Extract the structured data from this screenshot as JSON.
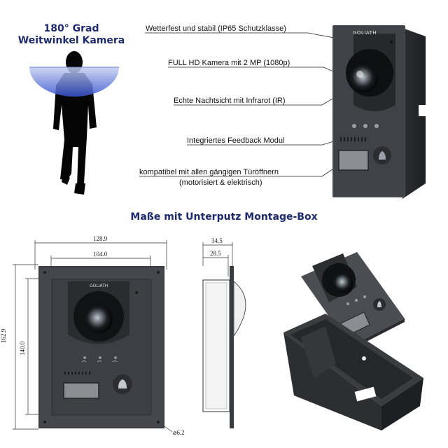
{
  "header": {
    "camera_title_line1": "180° Grad",
    "camera_title_line2": "Weitwinkel Kamera"
  },
  "features": [
    "Wetterfest und stabil (IP65 Schutzklasse)",
    "FULL HD Kamera mit 2 MP (1080p)",
    "Echte Nachtsicht mit Infrarot (IR)",
    "Integriertes Feedback Modul",
    "kompatibel mit allen gängigen Türöffnern",
    "(motorisiert & elektrisch)"
  ],
  "brand_logo": "GOLIATH",
  "dimensions_title": "Maße mit Unterputz Montage-Box",
  "dimensions": {
    "width_outer": "128.9",
    "width_inner": "104.0",
    "height_outer": "162.9",
    "height_inner": "140.0",
    "depth_outer": "34.5",
    "depth_inner": "28.5",
    "hole": "⌀6.2"
  },
  "colors": {
    "title_blue": "#1d2a6e",
    "panel_dark": "#3a3d42",
    "camera_arc": "#3b5bd8"
  }
}
